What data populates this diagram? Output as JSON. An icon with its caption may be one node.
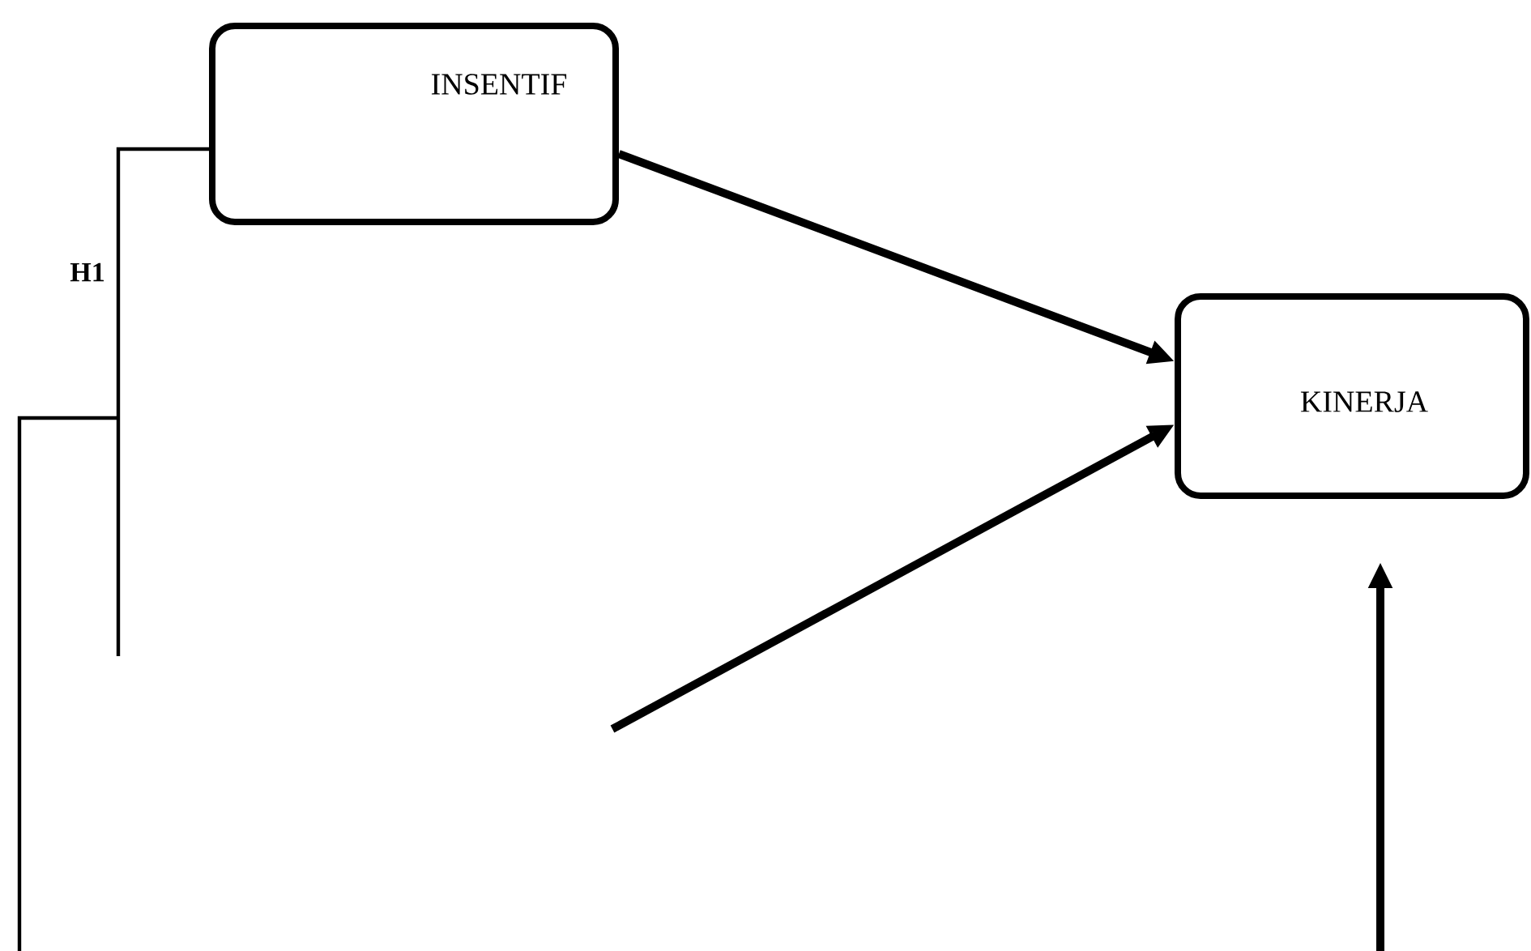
{
  "diagram": {
    "nodes": [
      {
        "text": [
          "INSENTIF"
        ]
      },
      {
        "text": [
          "KINERJA"
        ]
      }
    ],
    "edges": [
      {
        "from": 0,
        "to": 1,
        "arrow": "to"
      },
      {
        "from": null,
        "to": 1,
        "arrow": "to"
      },
      {
        "from": null,
        "to": 1,
        "arrow": "to"
      },
      {
        "from": 0,
        "to": null,
        "arrow": "none"
      }
    ],
    "labels": [
      "H1"
    ]
  }
}
